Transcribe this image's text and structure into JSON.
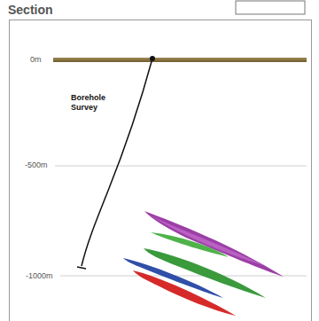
{
  "diagram": {
    "title": "Section",
    "labels": [
      "0m",
      "Borehole Survey",
      "-500m",
      "-1000m"
    ]
  }
}
